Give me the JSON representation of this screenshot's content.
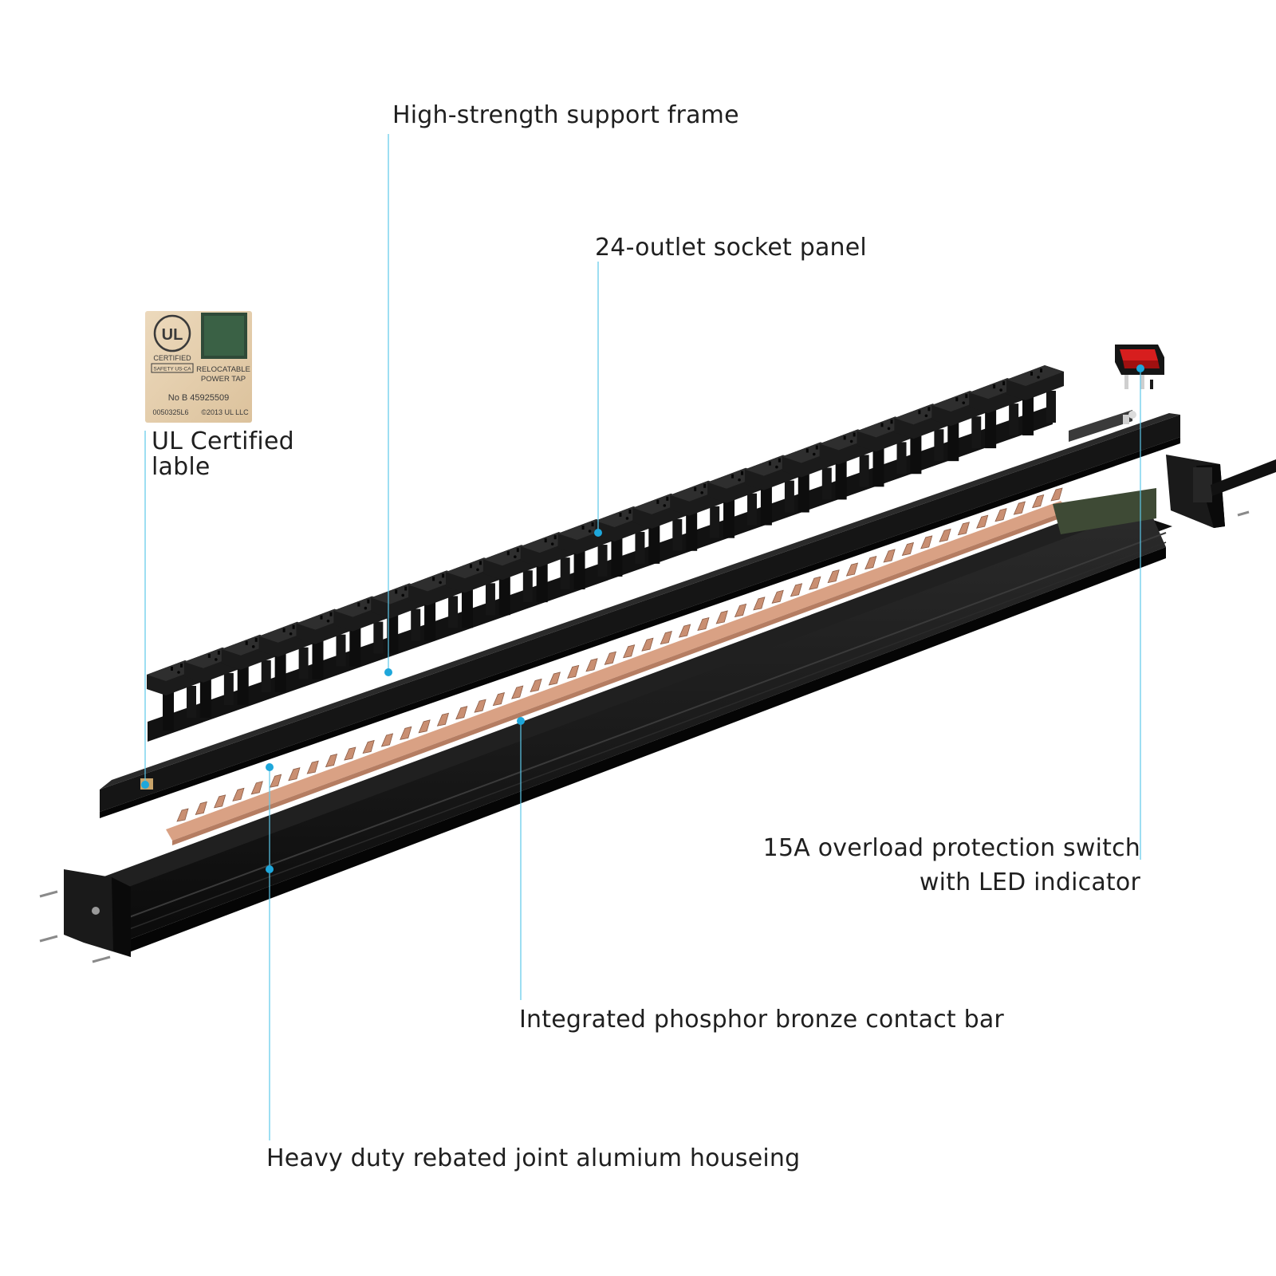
{
  "callouts": {
    "support_frame": "High-strength support frame",
    "socket_panel": "24-outlet socket panel",
    "ul_label_line1": "UL Certified",
    "ul_label_line2": "lable",
    "switch_line1": "15A overload protection switch",
    "switch_line2": "with LED indicator",
    "contact_bar": "Integrated phosphor bronze contact bar",
    "housing": "Heavy duty rebated joint alumium houseing"
  },
  "ul_sticker": {
    "mark": "UL",
    "certified": "CERTIFIED",
    "safety": "SAFETY US-CA",
    "relocatable": "RELOCATABLE",
    "power_tap": "POWER TAP",
    "number": "No  B 45925509",
    "code": "0050325L6",
    "copyright": "©2013 UL LLC"
  },
  "colors": {
    "leader_line": "#5cc8ea",
    "dot": "#1ea7db",
    "housing": "#141414",
    "copper": "#d9a184",
    "switch_red": "#d71e1e"
  },
  "parts": {
    "outlet_count": 24
  }
}
